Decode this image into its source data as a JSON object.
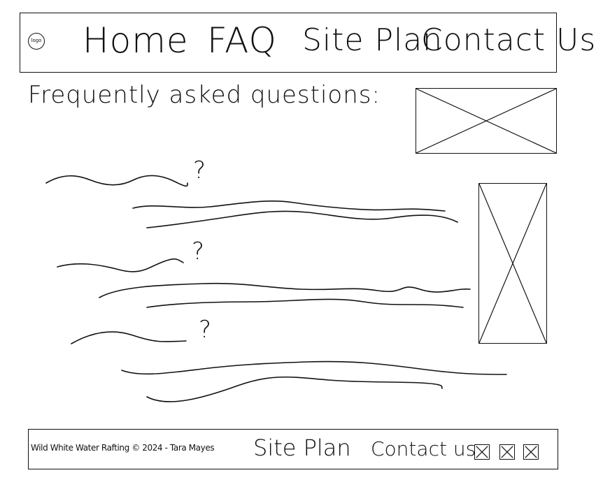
{
  "nav": {
    "logo_text": "logo",
    "home": "Home",
    "faq": "FAQ",
    "site_plan": "Site Plan",
    "contact": "Contact Us"
  },
  "main": {
    "heading": "Frequently asked questions:",
    "questions": [
      {
        "mark": "?"
      },
      {
        "mark": "?"
      },
      {
        "mark": "?"
      }
    ]
  },
  "footer": {
    "copyright": "Wild White Water Rafting © 2024 - Tara Mayes",
    "site_plan": "Site Plan",
    "contact": "Contact us",
    "social_icons": [
      "social-icon-placeholder",
      "social-icon-placeholder",
      "social-icon-placeholder"
    ]
  }
}
